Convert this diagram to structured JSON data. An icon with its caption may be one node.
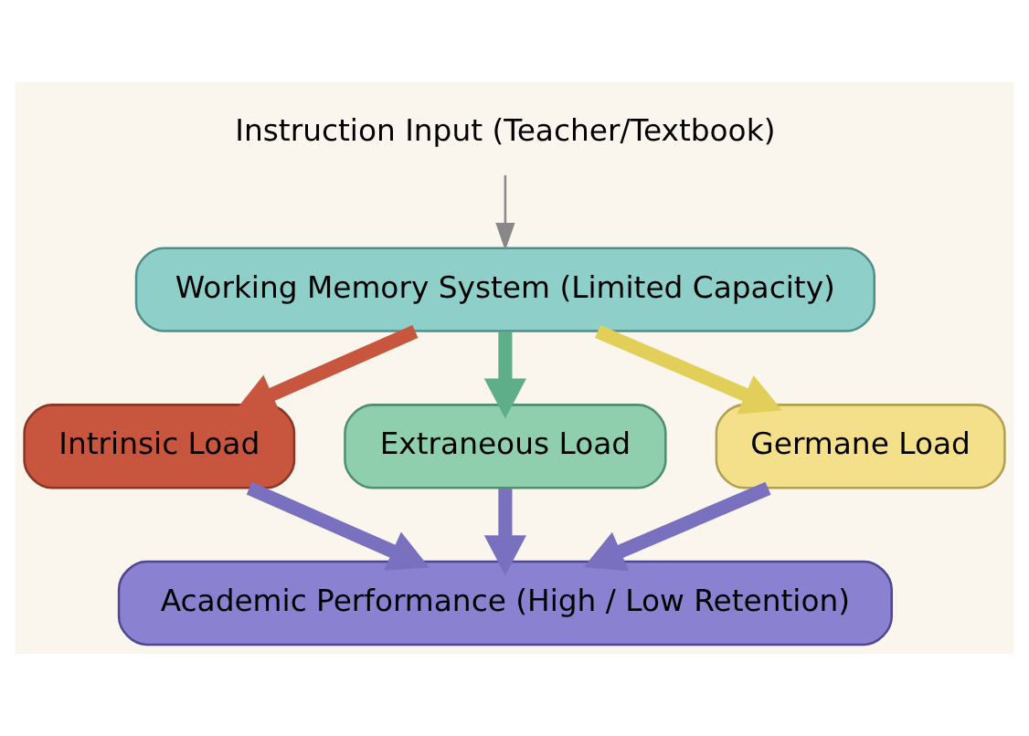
{
  "diagram": {
    "nodes": [
      {
        "text": [
          "Instruction Input (Teacher/Textbook)"
        ]
      },
      {
        "text": [
          "Working Memory System (Limited Capacity)"
        ]
      },
      {
        "text": [
          "Intrinsic Load"
        ]
      },
      {
        "text": [
          "Extraneous Load"
        ]
      },
      {
        "text": [
          "Germane Load"
        ]
      },
      {
        "text": [
          "Academic Performance (High / Low Retention)"
        ]
      }
    ],
    "edges": [
      {
        "from": 0,
        "to": 1,
        "arrow": "to"
      },
      {
        "from": 1,
        "to": 2,
        "arrow": "to",
        "color": "#c8553d"
      },
      {
        "from": 1,
        "to": 3,
        "arrow": "to",
        "color": "#5fae8a"
      },
      {
        "from": 1,
        "to": 4,
        "arrow": "to",
        "color": "#e2cf5a"
      },
      {
        "from": 2,
        "to": 5,
        "arrow": "to",
        "color": "#7a70c0"
      },
      {
        "from": 3,
        "to": 5,
        "arrow": "to",
        "color": "#7a70c0"
      },
      {
        "from": 4,
        "to": 5,
        "arrow": "to",
        "color": "#7a70c0"
      }
    ]
  }
}
